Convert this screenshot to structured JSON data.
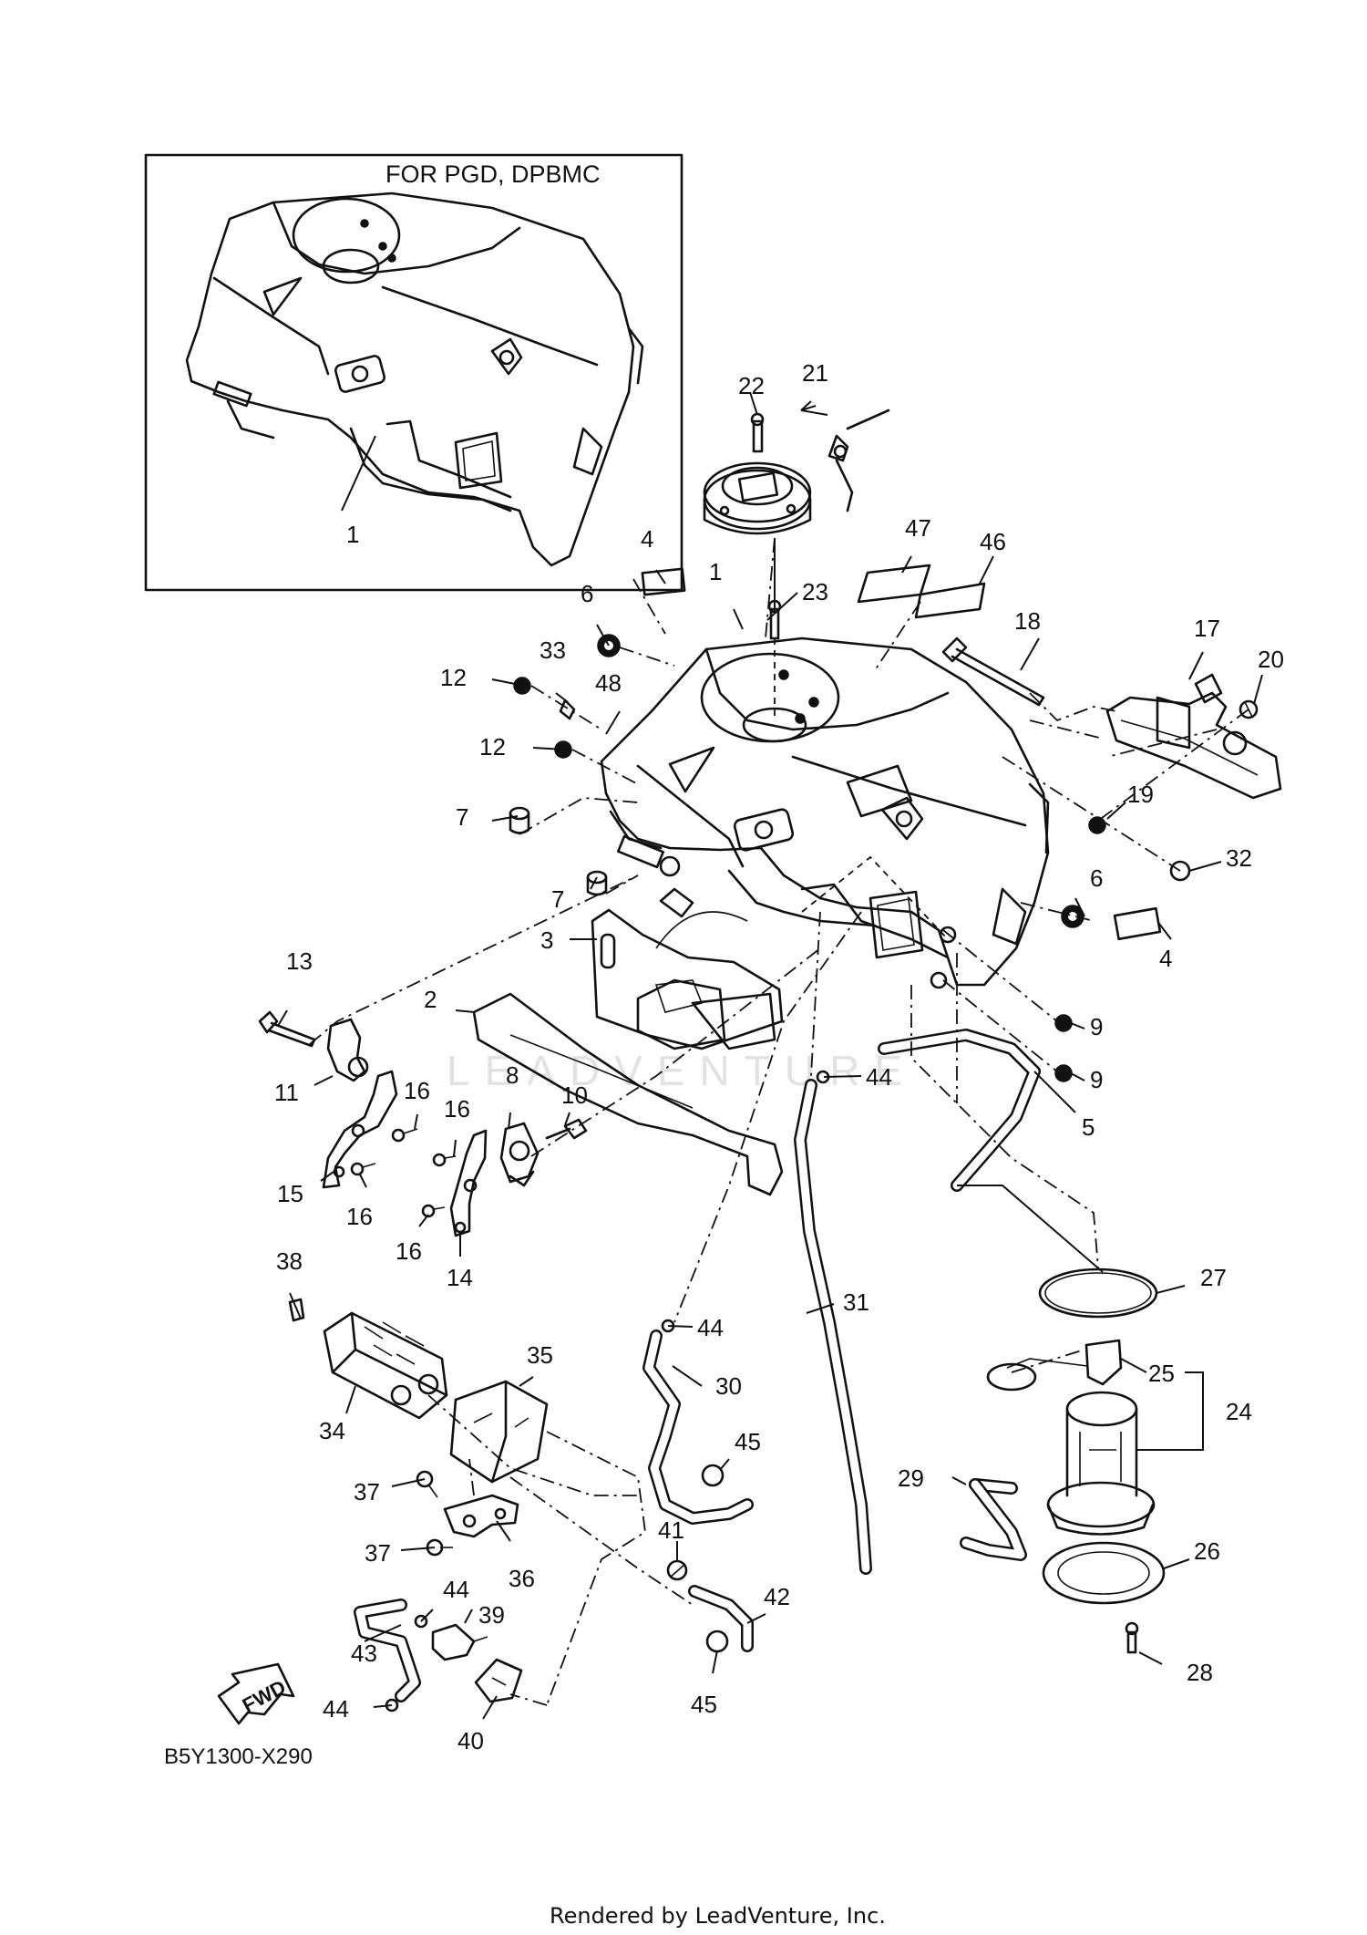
{
  "diagram": {
    "inset_title": "FOR PGD, DPBMC",
    "diagram_code": "B5Y1300-X290",
    "direction_arrow": "FWD",
    "watermark": "LEADVENTURE",
    "footer": "Rendered by LeadVenture, Inc."
  },
  "callouts": {
    "c1_inset": "1",
    "c1": "1",
    "c2": "2",
    "c3": "3",
    "c4a": "4",
    "c4b": "4",
    "c5": "5",
    "c6a": "6",
    "c6b": "6",
    "c7a": "7",
    "c7b": "7",
    "c8": "8",
    "c9a": "9",
    "c9b": "9",
    "c10": "10",
    "c11": "11",
    "c12a": "12",
    "c12b": "12",
    "c13": "13",
    "c14": "14",
    "c15": "15",
    "c16a": "16",
    "c16b": "16",
    "c16c": "16",
    "c16d": "16",
    "c17": "17",
    "c18": "18",
    "c19": "19",
    "c20": "20",
    "c21": "21",
    "c22": "22",
    "c23": "23",
    "c24": "24",
    "c25": "25",
    "c26": "26",
    "c27": "27",
    "c28": "28",
    "c29": "29",
    "c30": "30",
    "c31": "31",
    "c32": "32",
    "c33": "33",
    "c34": "34",
    "c35": "35",
    "c36": "36",
    "c37a": "37",
    "c37b": "37",
    "c38": "38",
    "c39": "39",
    "c40": "40",
    "c41": "41",
    "c42": "42",
    "c43": "43",
    "c44a": "44",
    "c44b": "44",
    "c44c": "44",
    "c44d": "44",
    "c45a": "45",
    "c45b": "45",
    "c46": "46",
    "c47": "47",
    "c48": "48"
  },
  "icons": [
    "fwd-arrow-icon"
  ]
}
